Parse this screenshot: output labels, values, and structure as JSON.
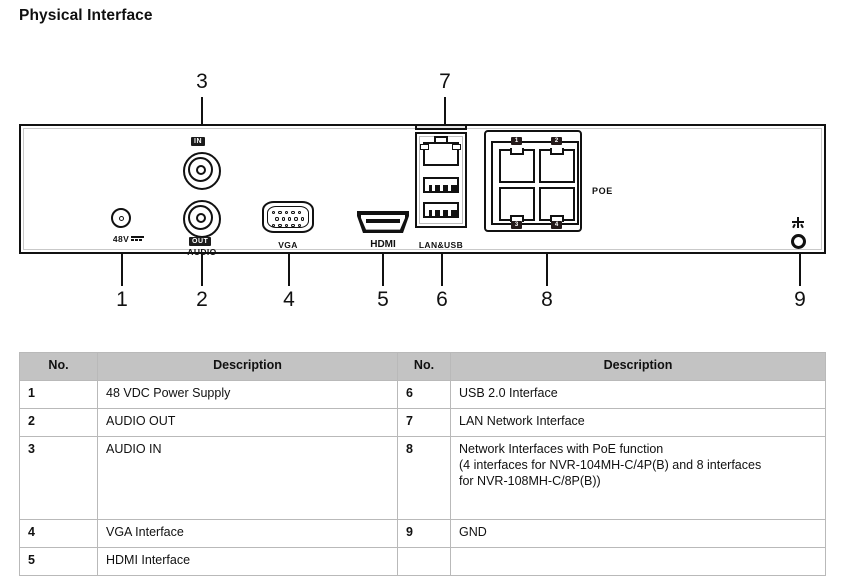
{
  "page": {
    "title": "Physical Interface"
  },
  "diagram": {
    "name": "nvr-rear-panel",
    "callouts_top": [
      {
        "num": "3",
        "target": "audio-in-jack"
      },
      {
        "num": "7",
        "target": "lan-network-interface"
      }
    ],
    "callouts_bottom": [
      {
        "num": "1",
        "target": "power-jack"
      },
      {
        "num": "2",
        "target": "audio-out-jack"
      },
      {
        "num": "4",
        "target": "vga-port"
      },
      {
        "num": "5",
        "target": "hdmi-port"
      },
      {
        "num": "6",
        "target": "usb-ports"
      },
      {
        "num": "8",
        "target": "poe-ports"
      },
      {
        "num": "9",
        "target": "gnd-terminal"
      }
    ],
    "labels": {
      "power": "48V",
      "audio_in_tag": "IN",
      "audio_out_tag": "OUT",
      "audio": "AUDIO",
      "vga": "VGA",
      "hdmi": "HDMI",
      "lan_usb": "LAN&USB",
      "poe": "POE"
    },
    "poe_port_numbers": [
      "1",
      "2",
      "3",
      "4"
    ]
  },
  "table": {
    "headers": [
      "No.",
      "Description",
      "No.",
      "Description"
    ],
    "rows": [
      {
        "no_l": "1",
        "desc_l": "48 VDC Power Supply",
        "no_r": "6",
        "desc_r": [
          "USB 2.0 Interface"
        ]
      },
      {
        "no_l": "2",
        "desc_l": "AUDIO OUT",
        "no_r": "7",
        "desc_r": [
          "LAN Network Interface"
        ]
      },
      {
        "no_l": "3",
        "desc_l": "AUDIO IN",
        "no_r": "8",
        "desc_r": [
          "Network Interfaces with PoE function",
          "(4 interfaces for NVR-104MH-C/4P(B) and 8 interfaces",
          "for NVR-108MH-C/8P(B))"
        ]
      },
      {
        "no_l": "4",
        "desc_l": "VGA Interface",
        "no_r": "9",
        "desc_r": [
          "GND"
        ]
      },
      {
        "no_l": "5",
        "desc_l": "HDMI Interface",
        "no_r": "",
        "desc_r": [
          ""
        ]
      }
    ]
  },
  "colors": {
    "header_bg": "#c3c3c3",
    "border": "#b9b9b9",
    "ink": "#111111"
  }
}
